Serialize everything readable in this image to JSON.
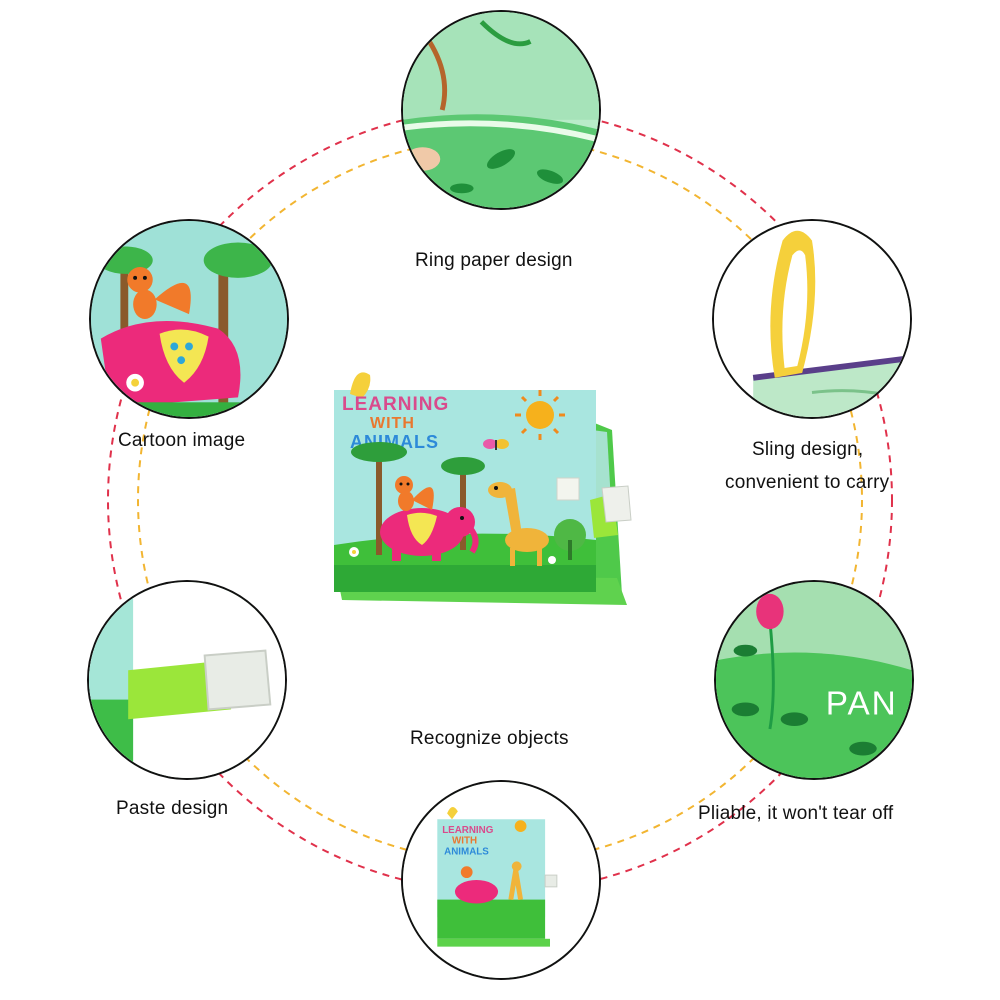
{
  "captions": {
    "ring_paper": "Ring paper design",
    "cartoon": "Cartoon image",
    "sling_line1": "Sling design,",
    "sling_line2": "convenient to carry",
    "paste": "Paste design",
    "pliable": "Pliable, it won't tear off",
    "recognize": "Recognize objects"
  },
  "book": {
    "title_line1": "LEARNING",
    "title_line2": "WITH",
    "title_line3": "ANIMALS"
  },
  "detail_text": {
    "panda_fragment": "PAN"
  },
  "colors": {
    "outer_ring": "#e0314b",
    "inner_ring": "#f2b531",
    "book_sky": "#a9e6e0",
    "book_grass": "#3fbf3a"
  }
}
